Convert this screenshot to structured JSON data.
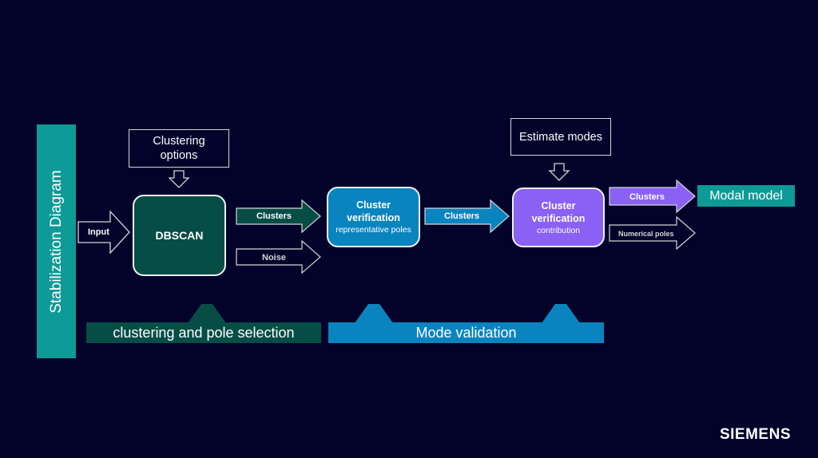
{
  "diagram": {
    "sidebar": {
      "label": "Stabilization Diagram",
      "color": "#0e9a96"
    },
    "input_arrow": {
      "label": "Input"
    },
    "clustering_options": {
      "label": "Clustering options"
    },
    "dbscan": {
      "label": "DBSCAN",
      "color": "#064d46"
    },
    "dbscan_outputs": {
      "clusters": "Clusters",
      "noise": "Noise"
    },
    "verification1": {
      "title": "Cluster verification",
      "subtitle": "representative poles",
      "color": "#0a84be"
    },
    "verification1_output": {
      "clusters": "Clusters"
    },
    "estimate_modes": {
      "label": "Estimate modes"
    },
    "verification2": {
      "title": "Cluster verification",
      "subtitle": "contribution",
      "color": "#8a60f5"
    },
    "verification2_outputs": {
      "clusters": "Clusters",
      "numerical_poles": "Numerical poles"
    },
    "modal_model": {
      "label": "Modal model",
      "color": "#0e9a96"
    },
    "phases": [
      {
        "label": "clustering and pole selection",
        "color": "#064d46"
      },
      {
        "label": "Mode validation",
        "color": "#0a84be"
      }
    ]
  },
  "brand": {
    "logo": "SIEMENS"
  }
}
